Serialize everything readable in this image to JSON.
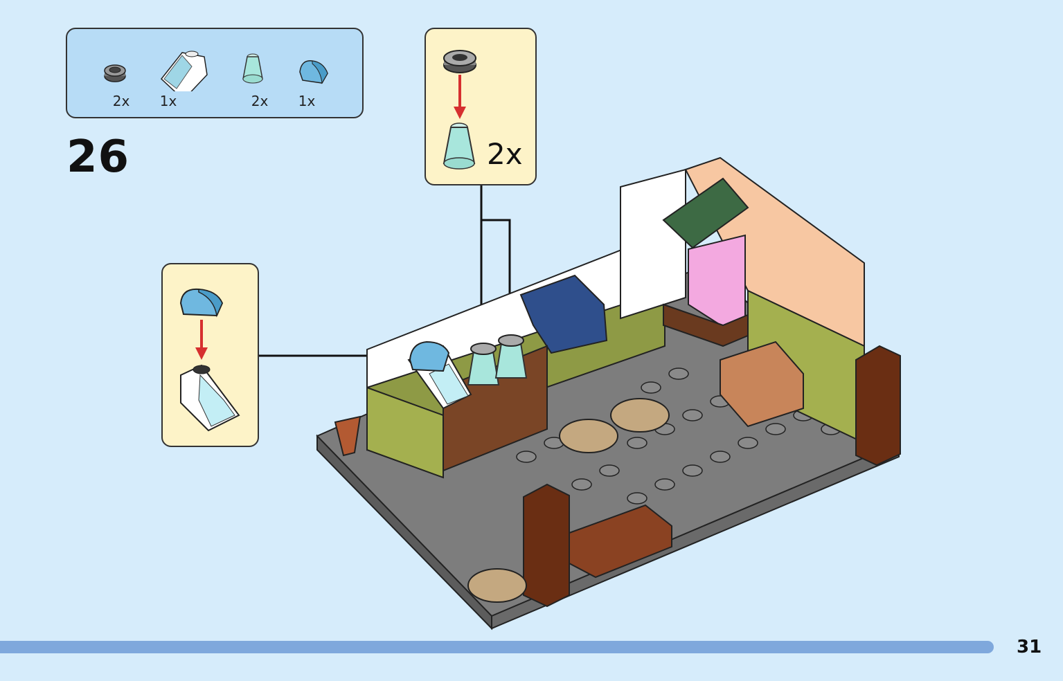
{
  "step": {
    "number": "26"
  },
  "parts_list": [
    {
      "icon": "round-plate-dark-grey-icon",
      "qty": "2x"
    },
    {
      "icon": "printed-slope-white-icon",
      "qty": "1x"
    },
    {
      "icon": "transparent-cone-icon",
      "qty": "2x"
    },
    {
      "icon": "curved-slope-blue-icon",
      "qty": "1x"
    }
  ],
  "callouts": {
    "cone_assembly": {
      "multiplier": "2x"
    }
  },
  "colors": {
    "background": "#d6ecfb",
    "parts_box": "#b7dcf6",
    "callout": "#fdf3c8",
    "arrow": "#d62f2f",
    "progress": "#7fa8dc"
  },
  "page": {
    "number": "31"
  }
}
